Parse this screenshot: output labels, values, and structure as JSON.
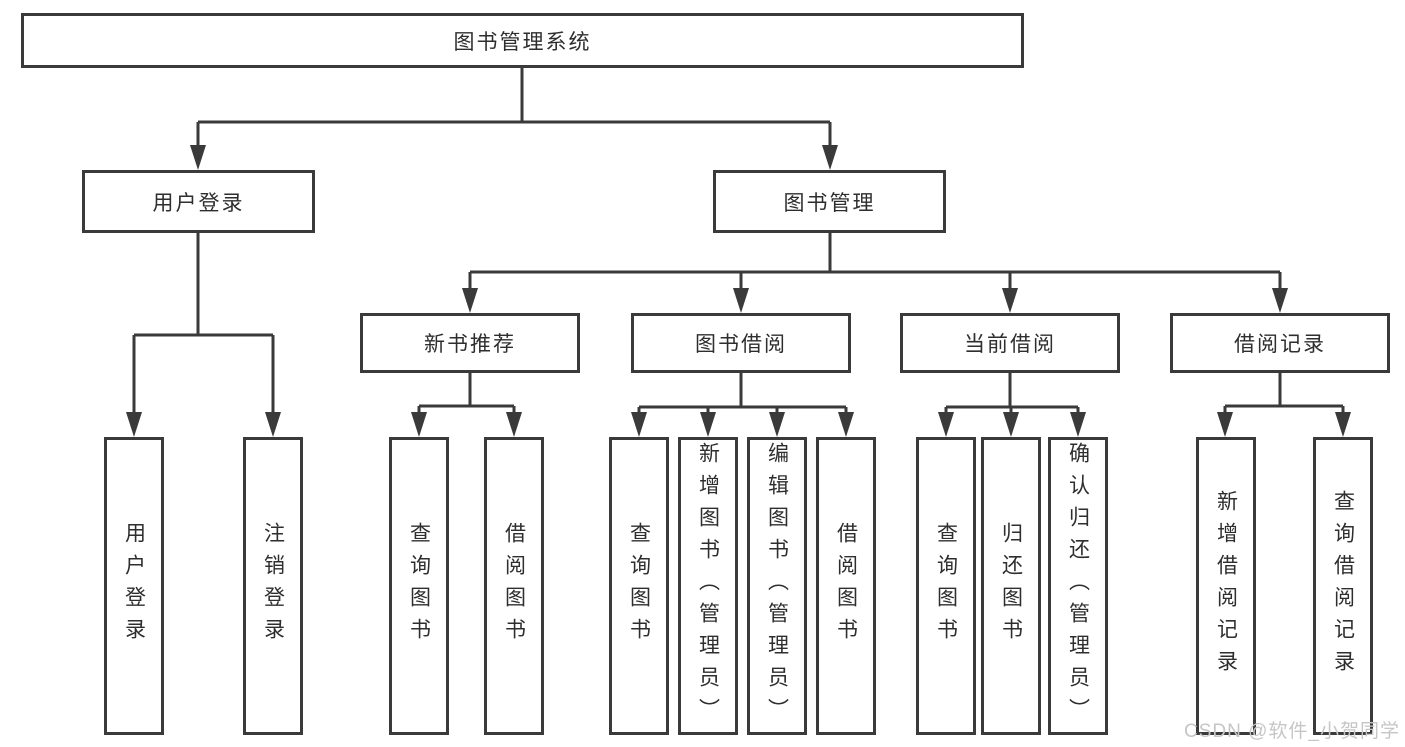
{
  "diagram": {
    "root_label": "图书管理系统",
    "level2": [
      {
        "label": "用户登录",
        "leaves": [
          "用户登录",
          "注销登录"
        ]
      },
      {
        "label": "图书管理"
      }
    ],
    "level3": [
      {
        "label": "新书推荐",
        "leaves": [
          "查询图书",
          "借阅图书"
        ]
      },
      {
        "label": "图书借阅",
        "leaves": [
          "查询图书",
          "新增图书（管理员）",
          "编辑图书（管理员）",
          "借阅图书"
        ]
      },
      {
        "label": "当前借阅",
        "leaves": [
          "查询图书",
          "归还图书",
          "确认归还（管理员）"
        ]
      },
      {
        "label": "借阅记录",
        "leaves": [
          "新增借阅记录",
          "查询借阅记录"
        ]
      }
    ]
  },
  "watermark": {
    "text": "CSDN @软件_小贺同学"
  },
  "colors": {
    "line": "#3a3a3a",
    "box_border": "#3a3a3a",
    "text": "#2e2e2e",
    "watermark": "#c6c6c6",
    "background": "#ffffff"
  }
}
